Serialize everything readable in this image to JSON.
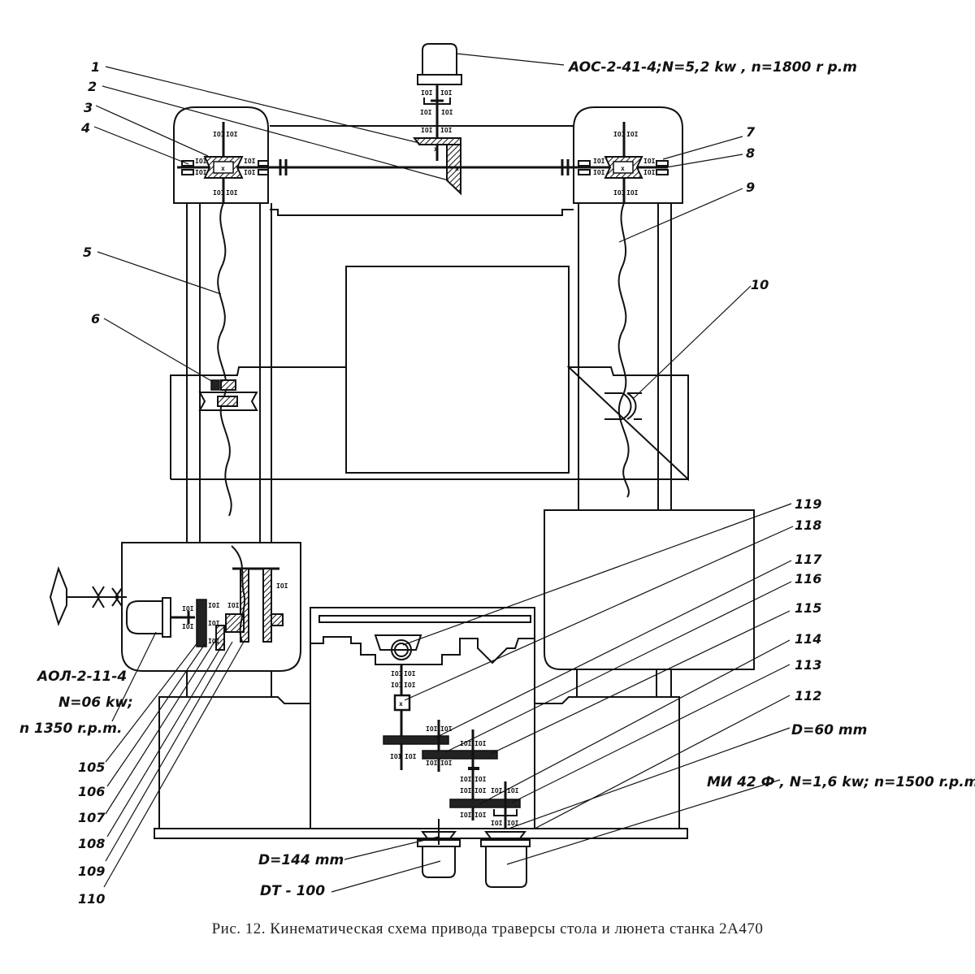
{
  "figure": {
    "caption": "Рис. 12. Кинематическая схема привода траверсы стола и люнета станка 2А470"
  },
  "annotations": {
    "top_motor": "AOC-2-41-4;N=5,2 kw , n=1800 r p.m",
    "left_motor_model": "АОЛ-2-11-4",
    "left_motor_power": "N=06 kw;",
    "left_motor_speed": "n 1350 r.p.m.",
    "pulley_small": "D=60 mm",
    "right_motor": "МИ 42 Ф , N=1,6 kw; n=1500 r.p.m.",
    "pulley_large": "D=144 mm",
    "tacho": "DT - 100"
  },
  "callouts": {
    "top_left": [
      "1",
      "2",
      "3",
      "4"
    ],
    "top_right": [
      "7",
      "8",
      "9"
    ],
    "left_screw": [
      "5",
      "6"
    ],
    "right_nut": "10",
    "lower_left": [
      "105",
      "106",
      "107",
      "108",
      "109",
      "110"
    ],
    "lower_right": [
      "119",
      "118",
      "117",
      "116",
      "115",
      "114",
      "113",
      "112"
    ]
  },
  "symbols": {
    "bearing": "IOI",
    "cross": "x"
  }
}
